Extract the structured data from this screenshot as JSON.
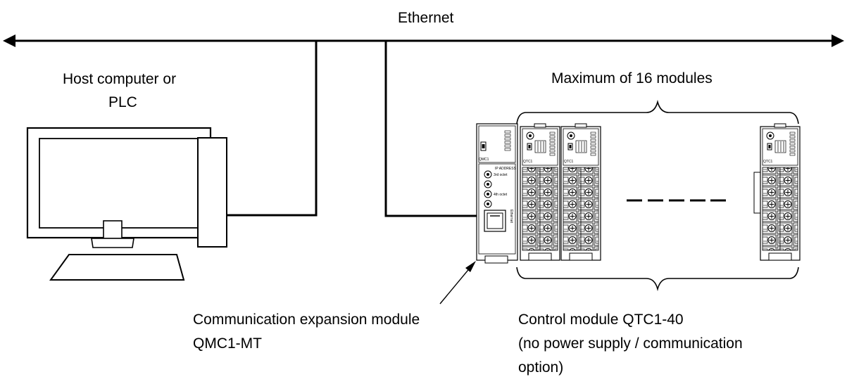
{
  "labels": {
    "network": "Ethernet",
    "host_line1": "Host computer or",
    "host_line2": "PLC",
    "max_modules": "Maximum of 16 modules",
    "comm_module_line1": "Communication expansion module",
    "comm_module_line2": "QMC1-MT",
    "control_module_line1": "Control module QTC1-40",
    "control_module_line2": "(no power supply / communication",
    "control_module_line3": "option)"
  },
  "device_markings": {
    "comm_module_name": "QMC1",
    "ip_address": "IP ADDRESS",
    "third_octet": "3rd octet",
    "fourth_octet": "4th octet",
    "ethernet_port": "Ethernet",
    "control_module_name": "QTC1"
  },
  "colors": {
    "line": "#000000",
    "background": "#ffffff"
  }
}
